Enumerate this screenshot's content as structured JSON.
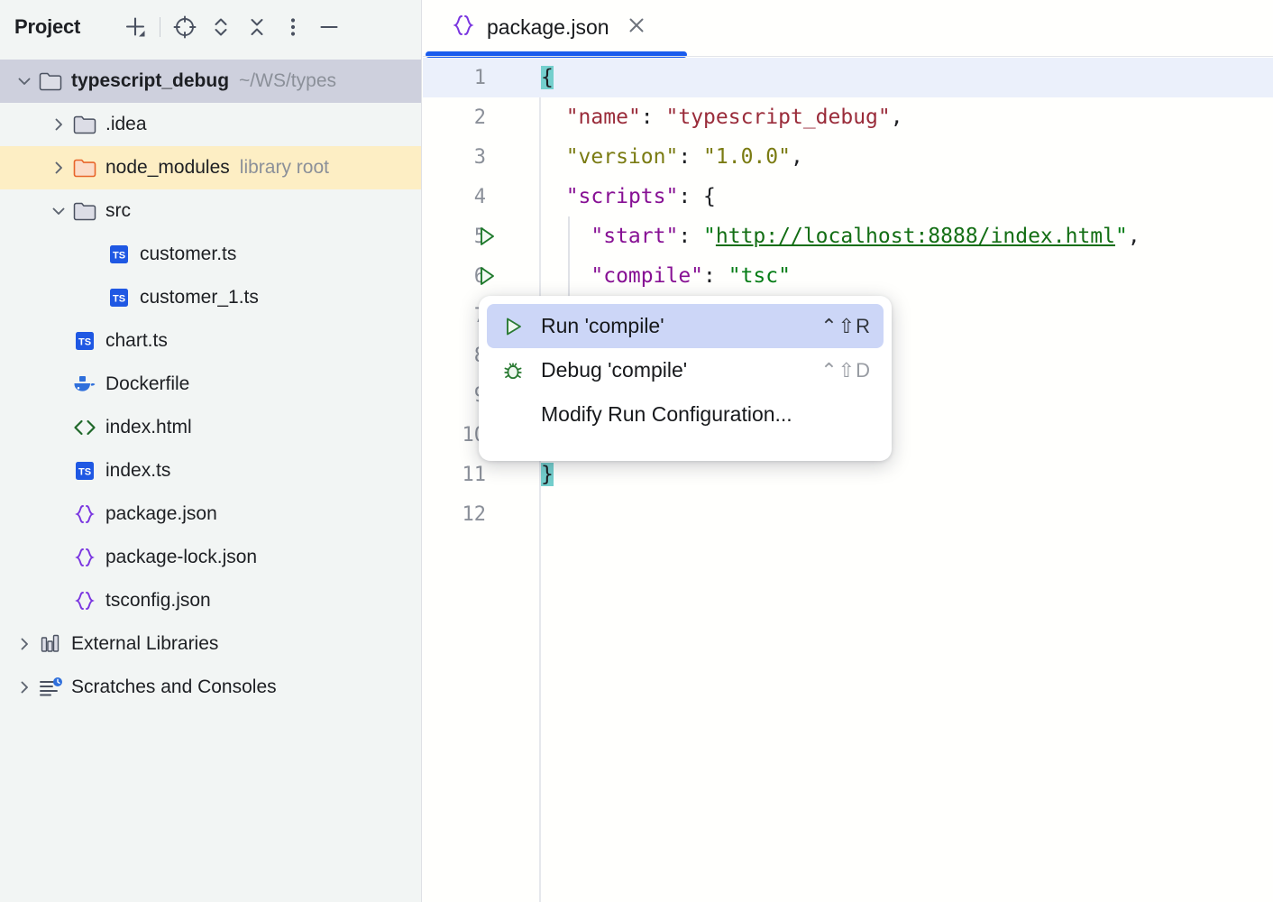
{
  "sidebar": {
    "title": "Project",
    "toolbar": [
      {
        "name": "add-button",
        "icon": "plus-dropdown-icon"
      },
      {
        "name": "separator",
        "icon": "separator"
      },
      {
        "name": "select-opened-file-button",
        "icon": "crosshair-target-icon"
      },
      {
        "name": "expand-all-button",
        "icon": "expand-all-chevrons-icon"
      },
      {
        "name": "collapse-all-button",
        "icon": "collapse-all-chevrons-icon"
      },
      {
        "name": "more-options-button",
        "icon": "vertical-dots-icon"
      },
      {
        "name": "hide-panel-button",
        "icon": "minus-icon"
      }
    ],
    "tree": [
      {
        "label": "typescript_debug",
        "sublabel": "~/WS/types",
        "icon": "folder-icon",
        "arrow": "down",
        "indent": 0,
        "state": "selected"
      },
      {
        "label": ".idea",
        "sublabel": "",
        "icon": "folder-icon",
        "arrow": "right",
        "indent": 1,
        "state": "normal"
      },
      {
        "label": "node_modules",
        "sublabel": "library root",
        "icon": "folder-orange-icon",
        "arrow": "right",
        "indent": 1,
        "state": "libroot"
      },
      {
        "label": "src",
        "sublabel": "",
        "icon": "folder-icon",
        "arrow": "down",
        "indent": 1,
        "state": "normal"
      },
      {
        "label": "customer.ts",
        "sublabel": "",
        "icon": "typescript-icon",
        "arrow": "none",
        "indent": 2,
        "state": "normal"
      },
      {
        "label": "customer_1.ts",
        "sublabel": "",
        "icon": "typescript-icon",
        "arrow": "none",
        "indent": 2,
        "state": "normal"
      },
      {
        "label": "chart.ts",
        "sublabel": "",
        "icon": "typescript-icon",
        "arrow": "none",
        "indent": 1,
        "state": "normal"
      },
      {
        "label": "Dockerfile",
        "sublabel": "",
        "icon": "docker-icon",
        "arrow": "none",
        "indent": 1,
        "state": "normal"
      },
      {
        "label": "index.html",
        "sublabel": "",
        "icon": "html-icon",
        "arrow": "none",
        "indent": 1,
        "state": "normal"
      },
      {
        "label": "index.ts",
        "sublabel": "",
        "icon": "typescript-icon",
        "arrow": "none",
        "indent": 1,
        "state": "normal"
      },
      {
        "label": "package.json",
        "sublabel": "",
        "icon": "json-icon",
        "arrow": "none",
        "indent": 1,
        "state": "normal"
      },
      {
        "label": "package-lock.json",
        "sublabel": "",
        "icon": "json-icon",
        "arrow": "none",
        "indent": 1,
        "state": "normal"
      },
      {
        "label": "tsconfig.json",
        "sublabel": "",
        "icon": "json-icon",
        "arrow": "none",
        "indent": 1,
        "state": "normal"
      },
      {
        "label": "External Libraries",
        "sublabel": "",
        "icon": "library-icon",
        "arrow": "right",
        "indent": 0,
        "state": "normal"
      },
      {
        "label": "Scratches and Consoles",
        "sublabel": "",
        "icon": "scratches-icon",
        "arrow": "right",
        "indent": 0,
        "state": "normal"
      }
    ]
  },
  "editor": {
    "tab": {
      "label": "package.json",
      "icon": "json-icon",
      "close_icon": "close-icon",
      "active": true
    },
    "lines": [
      {
        "number": "1",
        "caret": true,
        "run_marker": false,
        "tokens": [
          {
            "t": "{",
            "c": "punc",
            "hl": true
          }
        ]
      },
      {
        "number": "2",
        "caret": false,
        "run_marker": false,
        "tokens": [
          {
            "t": "  ",
            "c": "punc"
          },
          {
            "t": "\"name\"",
            "c": "red"
          },
          {
            "t": ": ",
            "c": "punc"
          },
          {
            "t": "\"typescript_debug\"",
            "c": "red"
          },
          {
            "t": ",",
            "c": "punc"
          }
        ]
      },
      {
        "number": "3",
        "caret": false,
        "run_marker": false,
        "tokens": [
          {
            "t": "  ",
            "c": "punc"
          },
          {
            "t": "\"version\"",
            "c": "olive"
          },
          {
            "t": ": ",
            "c": "punc"
          },
          {
            "t": "\"1.0.0\"",
            "c": "olive"
          },
          {
            "t": ",",
            "c": "punc"
          }
        ]
      },
      {
        "number": "4",
        "caret": false,
        "run_marker": false,
        "tokens": [
          {
            "t": "  ",
            "c": "punc"
          },
          {
            "t": "\"scripts\"",
            "c": "prop"
          },
          {
            "t": ": {",
            "c": "punc"
          }
        ]
      },
      {
        "number": "5",
        "caret": false,
        "run_marker": true,
        "tokens": [
          {
            "t": "    ",
            "c": "punc"
          },
          {
            "t": "\"start\"",
            "c": "prop"
          },
          {
            "t": ": ",
            "c": "punc"
          },
          {
            "t": "\"",
            "c": "str"
          },
          {
            "t": "http://localhost:8888/index.html",
            "c": "link"
          },
          {
            "t": "\"",
            "c": "str"
          },
          {
            "t": ",",
            "c": "punc"
          }
        ]
      },
      {
        "number": "6",
        "caret": false,
        "run_marker": true,
        "tokens": [
          {
            "t": "    ",
            "c": "punc"
          },
          {
            "t": "\"compile\"",
            "c": "prop"
          },
          {
            "t": ": ",
            "c": "punc"
          },
          {
            "t": "\"tsc\"",
            "c": "str"
          }
        ]
      },
      {
        "number": "7",
        "caret": false,
        "run_marker": false,
        "tokens": []
      },
      {
        "number": "8",
        "caret": false,
        "run_marker": false,
        "tokens": []
      },
      {
        "number": "9",
        "caret": false,
        "run_marker": false,
        "tokens": []
      },
      {
        "number": "10",
        "caret": false,
        "run_marker": false,
        "tokens": []
      },
      {
        "number": "11",
        "caret": false,
        "run_marker": false,
        "tokens": [
          {
            "t": "}",
            "c": "punc",
            "hl": true
          }
        ]
      },
      {
        "number": "12",
        "caret": false,
        "run_marker": false,
        "tokens": []
      }
    ]
  },
  "popup": {
    "items": [
      {
        "label": "Run 'compile'",
        "shortcut": "⌃⇧R",
        "icon": "run-play-icon",
        "selected": true,
        "dim_shortcut": false
      },
      {
        "label": "Debug 'compile'",
        "shortcut": "⌃⇧D",
        "icon": "debug-bug-icon",
        "selected": false,
        "dim_shortcut": true
      },
      {
        "label": "Modify Run Configuration...",
        "shortcut": "",
        "icon": "none",
        "selected": false,
        "dim_shortcut": false
      }
    ]
  },
  "colors": {
    "accent_blue": "#1a5ced",
    "sidebar_bg": "#f2f5f4",
    "editor_bg": "#fffffd",
    "selected_row": "#ced0dd",
    "library_root_row": "#fdeec4",
    "caret_line": "#ebf0fb",
    "brace_highlight": "#74cfcd",
    "menu_selected": "#ccd6f7",
    "string_green": "#067d17",
    "property_purple": "#871094"
  }
}
